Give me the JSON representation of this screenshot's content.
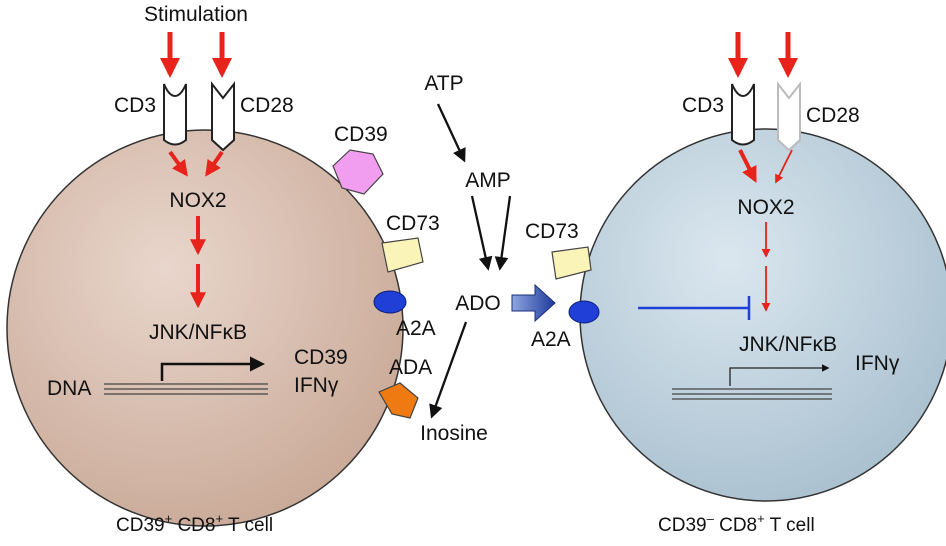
{
  "left_cell": {
    "stimulation": "Stimulation",
    "cd3": "CD3",
    "cd28": "CD28",
    "cd39": "CD39",
    "cd73": "CD73",
    "nox2": "NOX2",
    "jnk": "JNK/NFκB",
    "cd39_gene": "CD39",
    "ifng": "IFNγ",
    "dna": "DNA",
    "a2a": "A2A",
    "ada": "ADA",
    "caption_parts": [
      "CD39",
      "+",
      " CD8",
      "+",
      " T cell"
    ],
    "fill_color": "#d9beb0"
  },
  "middle": {
    "atp": "ATP",
    "amp": "AMP",
    "ado": "ADO",
    "inosine": "Inosine"
  },
  "right_cell": {
    "cd3": "CD3",
    "cd28": "CD28",
    "cd73": "CD73",
    "nox2": "NOX2",
    "a2a": "A2A",
    "jnk": "JNK/NFκB",
    "ifng": "IFNγ",
    "caption_parts": [
      "CD39",
      "–",
      " CD8",
      "+",
      " T cell"
    ],
    "fill_color": "#b7cbd8"
  },
  "colors": {
    "activation_arrow": "#e8231b",
    "inhibition": "#1f3fd6",
    "a2a_receptor": "#1f3fd6",
    "cd39_enzyme": "#f29ef0",
    "cd73_enzyme": "#fbf4b8",
    "ada_enzyme": "#ef7a12",
    "ado_arrow": "#2c4fb0"
  }
}
